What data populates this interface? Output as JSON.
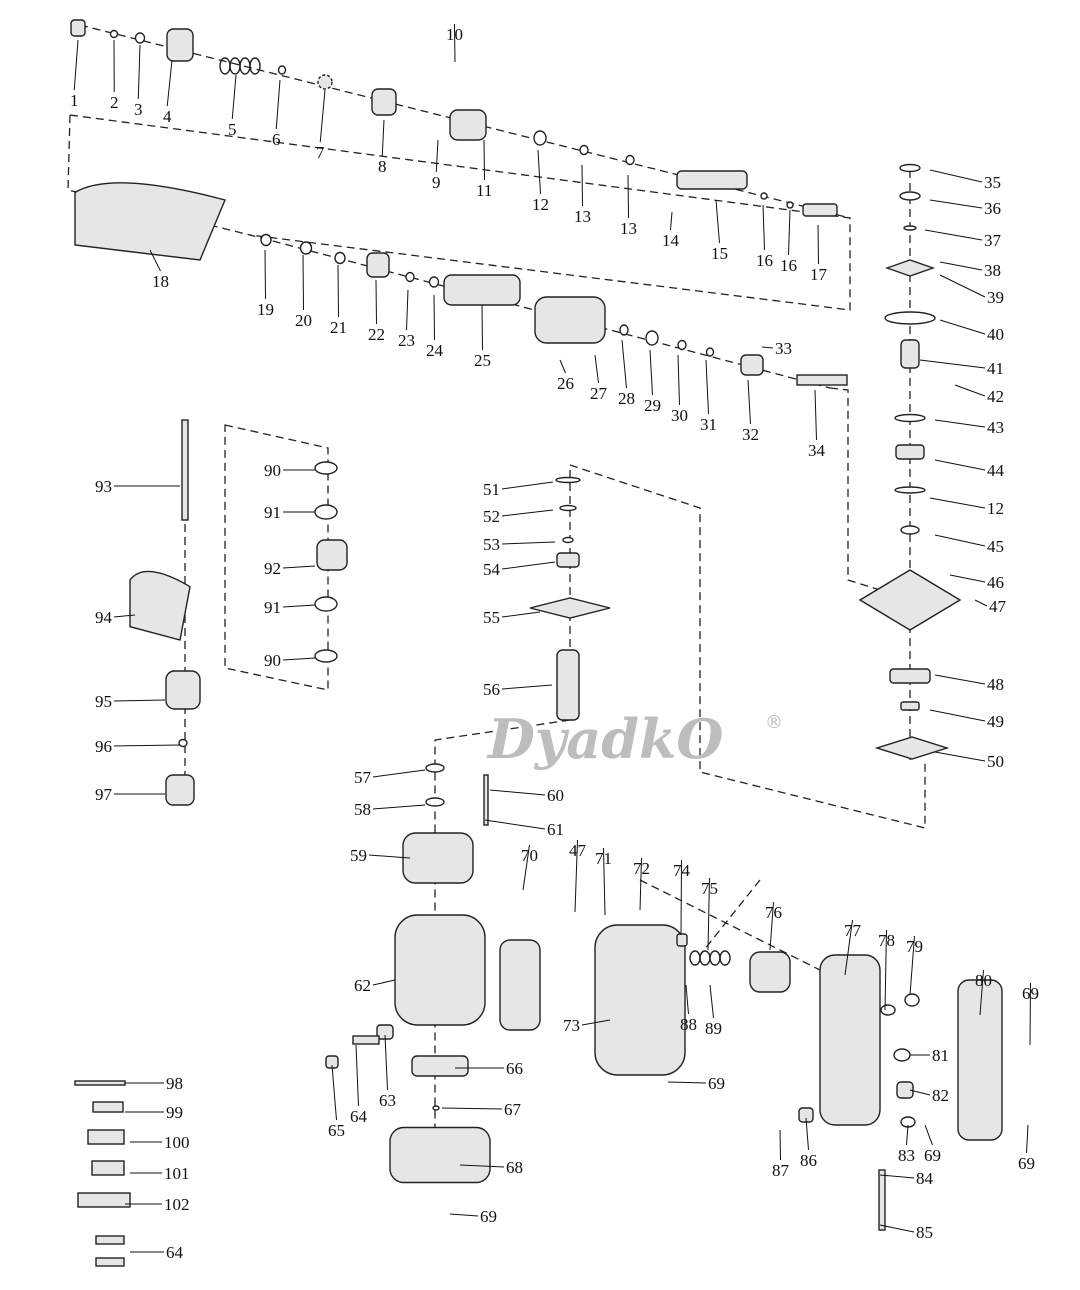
{
  "diagram": {
    "type": "exploded-parts-diagram",
    "watermark": "DyadkO",
    "watermark_mark": "®",
    "part_labels": [
      "1",
      "2",
      "3",
      "4",
      "5",
      "6",
      "7",
      "8",
      "9",
      "10",
      "11",
      "12",
      "13",
      "13",
      "14",
      "15",
      "16",
      "16",
      "17",
      "18",
      "19",
      "20",
      "21",
      "22",
      "23",
      "24",
      "25",
      "26",
      "27",
      "28",
      "29",
      "30",
      "31",
      "32",
      "33",
      "34",
      "35",
      "36",
      "37",
      "38",
      "39",
      "40",
      "41",
      "42",
      "43",
      "44",
      "12",
      "45",
      "46",
      "47",
      "48",
      "49",
      "50",
      "51",
      "52",
      "53",
      "54",
      "55",
      "56",
      "57",
      "58",
      "59",
      "60",
      "61",
      "62",
      "63",
      "64",
      "65",
      "66",
      "67",
      "68",
      "69",
      "70",
      "47",
      "71",
      "72",
      "74",
      "75",
      "73",
      "88",
      "89",
      "69",
      "76",
      "77",
      "78",
      "79",
      "80",
      "69",
      "81",
      "82",
      "83",
      "69",
      "84",
      "85",
      "86",
      "87",
      "69",
      "90",
      "91",
      "92",
      "91",
      "90",
      "93",
      "94",
      "95",
      "96",
      "97",
      "98",
      "99",
      "100",
      "101",
      "102",
      "64"
    ]
  }
}
